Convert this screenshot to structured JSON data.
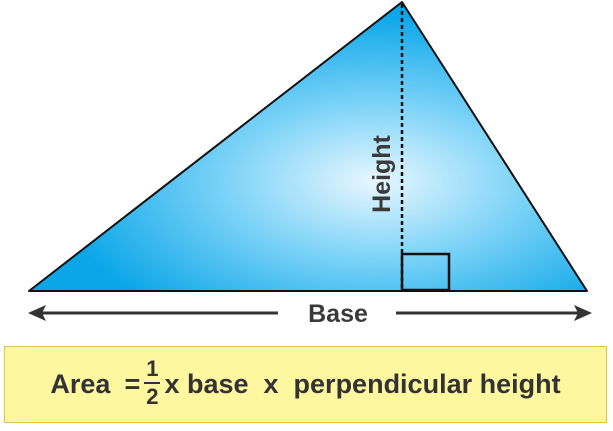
{
  "diagram": {
    "height_label": "Height",
    "base_label": "Base",
    "colors": {
      "fill_center": "#e8f7ff",
      "fill_edge": "#0aa6e8",
      "outline": "#111111",
      "arrow": "#333333"
    }
  },
  "formula": {
    "lhs": "Area",
    "equals": "=",
    "numerator": "1",
    "denominator": "2",
    "rhs": "x base  x  perpendicular height",
    "background": "#fdf7a0"
  }
}
